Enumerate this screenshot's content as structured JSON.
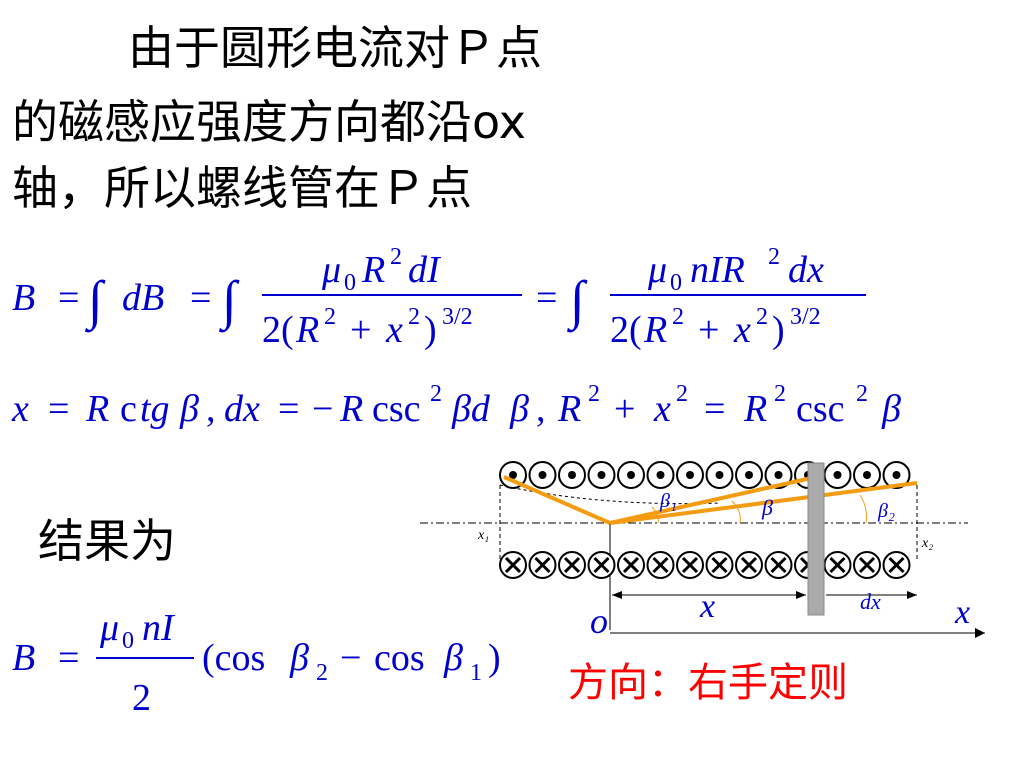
{
  "text": {
    "intro_line1": "由于圆形电流对Ｐ点",
    "intro_line2": "的磁感应强度方向都沿ox",
    "intro_line3": "轴，所以螺线管在Ｐ点",
    "result_label": "结果为",
    "direction": "方向：右手定则"
  },
  "diagram": {
    "labels": {
      "x1": "x₁",
      "x2": "x₂",
      "beta1": "β₁",
      "beta": "β",
      "beta2": "β₂",
      "origin": "o",
      "x": "x",
      "dx": "dx",
      "axis": "x"
    },
    "dot_count": 14,
    "cross_count": 14,
    "colors": {
      "lines": "#f39c12",
      "slice": "#aaaaaa",
      "text": "#0000cc",
      "direction": "#ff0000"
    }
  }
}
